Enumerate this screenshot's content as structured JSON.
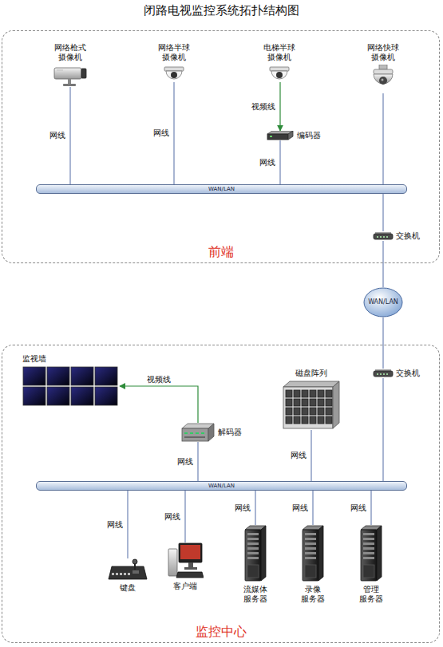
{
  "diagram": {
    "title": "闭路电视监控系统拓扑结构图",
    "nodes": [
      {
        "text": [
          "前端"
        ]
      },
      {
        "text": [
          "网络枪式 摄像机"
        ],
        "in": 0
      },
      {
        "text": [
          "网络半球 摄像机"
        ],
        "in": 0
      },
      {
        "text": [
          "电梯半球 摄像机"
        ],
        "in": 0
      },
      {
        "text": [
          "网络快球 摄像机"
        ],
        "in": 0
      },
      {
        "text": [
          "编码器"
        ],
        "in": 0
      },
      {
        "text": [
          "WAN/LAN"
        ],
        "in": 0
      },
      {
        "text": [
          "交换机"
        ],
        "in": 0
      },
      {
        "text": [
          "WAN/LAN"
        ]
      },
      {
        "text": [
          "监控中心"
        ]
      },
      {
        "text": [
          "交换机"
        ],
        "in": 9
      },
      {
        "text": [
          "监视墙"
        ],
        "in": 9
      },
      {
        "text": [
          "解码器"
        ],
        "in": 9
      },
      {
        "text": [
          "磁盘阵列"
        ],
        "in": 9
      },
      {
        "text": [
          "WAN/LAN"
        ],
        "in": 9
      },
      {
        "text": [
          "键盘"
        ],
        "in": 9
      },
      {
        "text": [
          "客户端"
        ],
        "in": 9
      },
      {
        "text": [
          "流媒体 服务器"
        ],
        "in": 9
      },
      {
        "text": [
          "录像 服务器"
        ],
        "in": 9
      },
      {
        "text": [
          "管理 服务器"
        ],
        "in": 9
      }
    ],
    "edges": [
      {
        "from": 1,
        "to": 6,
        "arrow": "none",
        "label": "网线"
      },
      {
        "from": 2,
        "to": 6,
        "arrow": "none",
        "label": "网线"
      },
      {
        "from": 3,
        "to": 5,
        "arrow": "to",
        "label": "视频线"
      },
      {
        "from": 5,
        "to": 6,
        "arrow": "none",
        "label": "网线"
      },
      {
        "from": 4,
        "to": 6,
        "arrow": "none"
      },
      {
        "from": 6,
        "to": 7,
        "arrow": "none"
      },
      {
        "from": 7,
        "to": 8,
        "arrow": "none"
      },
      {
        "from": 8,
        "to": 10,
        "arrow": "none"
      },
      {
        "from": 10,
        "to": 14,
        "arrow": "none"
      },
      {
        "from": 12,
        "to": 11,
        "arrow": "to",
        "label": "视频线"
      },
      {
        "from": 12,
        "to": 14,
        "arrow": "none",
        "label": "网线"
      },
      {
        "from": 13,
        "to": 14,
        "arrow": "none",
        "label": "网线"
      },
      {
        "from": 14,
        "to": 15,
        "arrow": "none",
        "label": "网线"
      },
      {
        "from": 14,
        "to": 16,
        "arrow": "none",
        "label": "网线"
      },
      {
        "from": 14,
        "to": 17,
        "arrow": "none",
        "label": "网线"
      },
      {
        "from": 14,
        "to": 18,
        "arrow": "none",
        "label": "网线"
      },
      {
        "from": 14,
        "to": 19,
        "arrow": "none",
        "label": "网线"
      }
    ]
  }
}
